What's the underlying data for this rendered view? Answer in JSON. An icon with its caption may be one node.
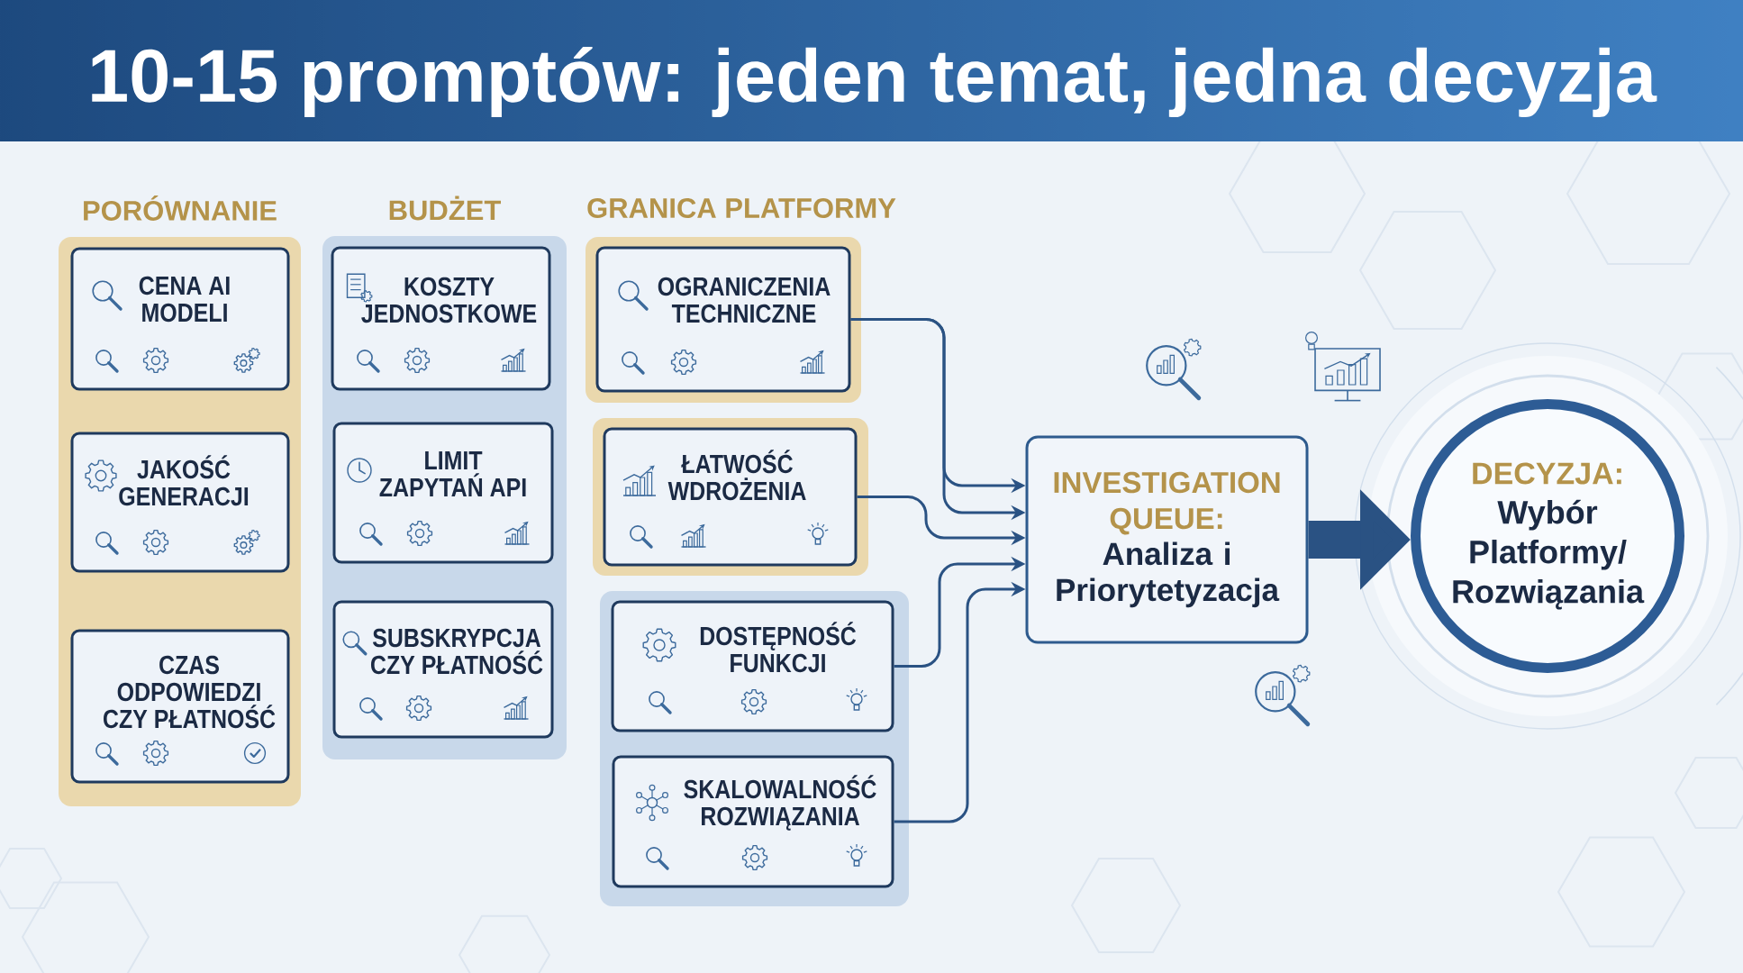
{
  "diagram": {
    "title": "10-15 promptów: jeden temat, jedna decyzja",
    "nodes": [
      {
        "text": [
          "PORÓWNANIE"
        ]
      },
      {
        "text": [
          "CENA AI MODELI"
        ],
        "in": 0
      },
      {
        "text": [
          "JAKOŚĆ GENERACJI"
        ],
        "in": 0
      },
      {
        "text": [
          "CZAS ODPOWIEDZI CZY PŁATNOŚĆ"
        ],
        "in": 0
      },
      {
        "text": [
          "BUDŻET"
        ]
      },
      {
        "text": [
          "KOSZTY JEDNOSTKOWE"
        ],
        "in": 4
      },
      {
        "text": [
          "LIMIT ZAPYTAŃ API"
        ],
        "in": 4
      },
      {
        "text": [
          "SUBSKRYPCJA CZY PŁATNOŚĆ"
        ],
        "in": 4
      },
      {
        "text": [],
        "shape": "box"
      },
      {
        "text": [
          "OGRANICZENIA TECHNICZNE"
        ],
        "in": 8
      },
      {
        "text": [],
        "shape": "box"
      },
      {
        "text": [
          "ŁATWOŚĆ WDROŻENIA"
        ],
        "in": 10
      },
      {
        "text": [],
        "shape": "box"
      },
      {
        "text": [
          "DOSTĘPNOŚĆ FUNKCJI"
        ],
        "in": 12
      },
      {
        "text": [
          "SKALOWALNOŚĆ ROZWIĄZANIA"
        ],
        "in": 12
      },
      {
        "text": [
          "INVESTIGATION QUEUE:",
          "Analiza i Priorytetyzacja"
        ]
      },
      {
        "text": [
          "DECYZJA:",
          "Wybór Platformy/ Rozwiązania"
        ]
      }
    ],
    "edges": [
      {
        "from": 9,
        "to": 15,
        "arrow": "to"
      },
      {
        "from": 9,
        "to": 15,
        "arrow": "to"
      },
      {
        "from": 11,
        "to": 15,
        "arrow": "to"
      },
      {
        "from": 13,
        "to": 15,
        "arrow": "to"
      },
      {
        "from": 14,
        "to": 15,
        "arrow": "to"
      },
      {
        "from": 15,
        "to": 16,
        "arrow": "to",
        "style": "thick"
      }
    ],
    "labels": [
      "GRANICA PLATFORMY"
    ]
  }
}
